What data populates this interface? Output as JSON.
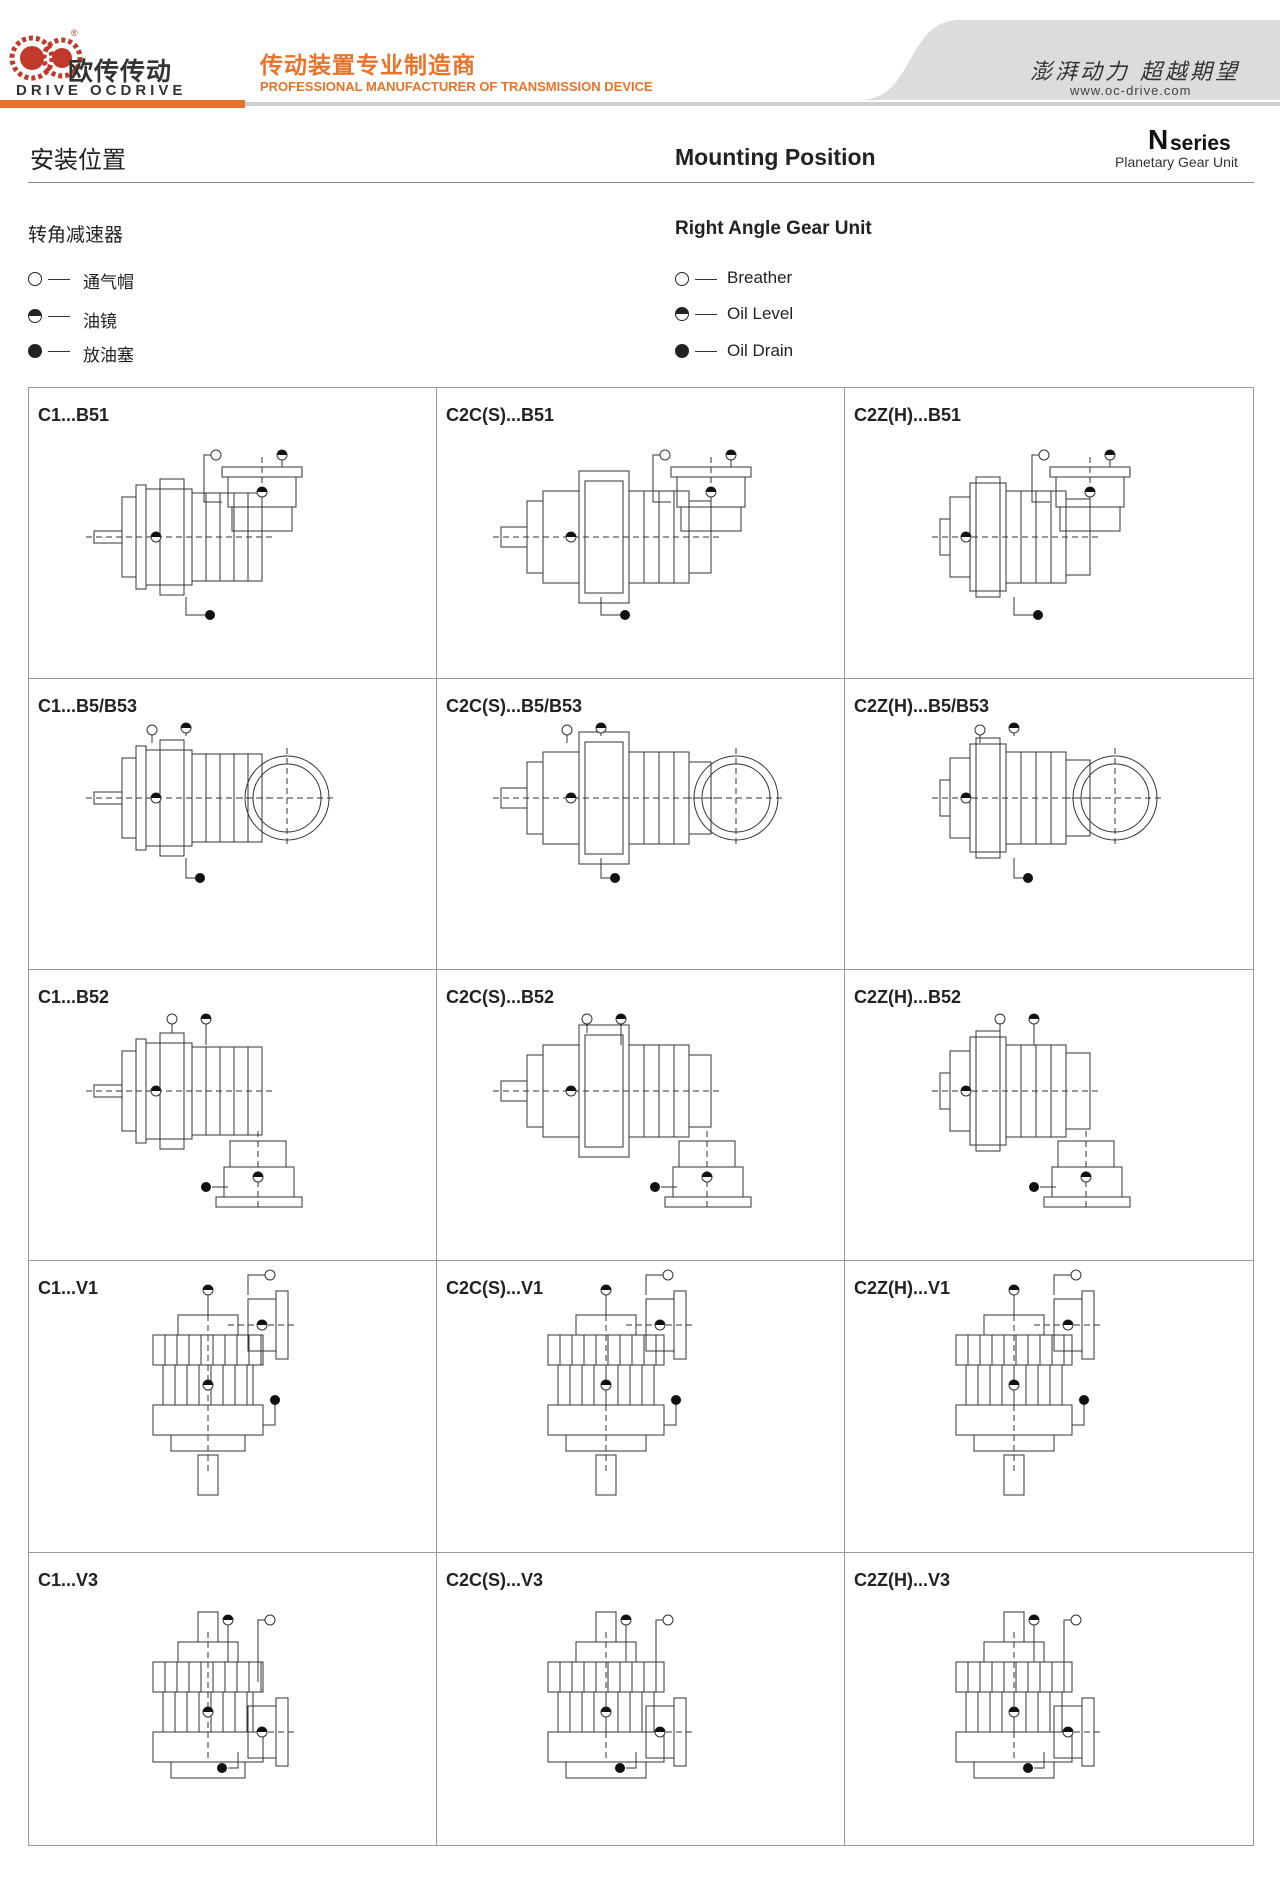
{
  "header": {
    "brand_cn": "欧传传动",
    "brand_en": "DRIVE OCDRIVE",
    "logo_letters": "OC",
    "tagline_cn": "传动装置专业制造商",
    "tagline_en": "PROFESSIONAL MANUFACTURER OF TRANSMISSION DEVICE",
    "slogan_cn": "澎湃动力 超越期望",
    "website": "www.oc-drive.com",
    "accent_color": "#e8732a"
  },
  "title": {
    "cn": "安装位置",
    "en": "Mounting Position",
    "series_letter": "N",
    "series_word": "series",
    "series_sub": "Planetary Gear Unit"
  },
  "subtitle": {
    "cn": "转角减速器",
    "en": "Right Angle Gear Unit"
  },
  "legend": {
    "cn": [
      "通气帽",
      "油镜",
      "放油塞"
    ],
    "en": [
      "Breather",
      "Oil Level",
      "Oil Drain"
    ],
    "icons": [
      "breather-open-circle",
      "oil-level-half-circle",
      "oil-drain-filled-circle"
    ]
  },
  "cells": [
    {
      "label": "C1...B51",
      "variant": "C1",
      "pos": "B51"
    },
    {
      "label": "C2C(S)...B51",
      "variant": "C2C",
      "pos": "B51"
    },
    {
      "label": "C2Z(H)...B51",
      "variant": "C2Z",
      "pos": "B51"
    },
    {
      "label": "C1...B5/B53",
      "variant": "C1",
      "pos": "B5"
    },
    {
      "label": "C2C(S)...B5/B53",
      "variant": "C2C",
      "pos": "B5"
    },
    {
      "label": "C2Z(H)...B5/B53",
      "variant": "C2Z",
      "pos": "B5"
    },
    {
      "label": "C1...B52",
      "variant": "C1",
      "pos": "B52"
    },
    {
      "label": "C2C(S)...B52",
      "variant": "C2C",
      "pos": "B52"
    },
    {
      "label": "C2Z(H)...B52",
      "variant": "C2Z",
      "pos": "B52"
    },
    {
      "label": "C1...V1",
      "variant": "C1",
      "pos": "V1"
    },
    {
      "label": "C2C(S)...V1",
      "variant": "C2C",
      "pos": "V1"
    },
    {
      "label": "C2Z(H)...V1",
      "variant": "C2Z",
      "pos": "V1"
    },
    {
      "label": "C1...V3",
      "variant": "C1",
      "pos": "V3"
    },
    {
      "label": "C2C(S)...V3",
      "variant": "C2C",
      "pos": "V3"
    },
    {
      "label": "C2Z(H)...V3",
      "variant": "C2Z",
      "pos": "V3"
    }
  ]
}
